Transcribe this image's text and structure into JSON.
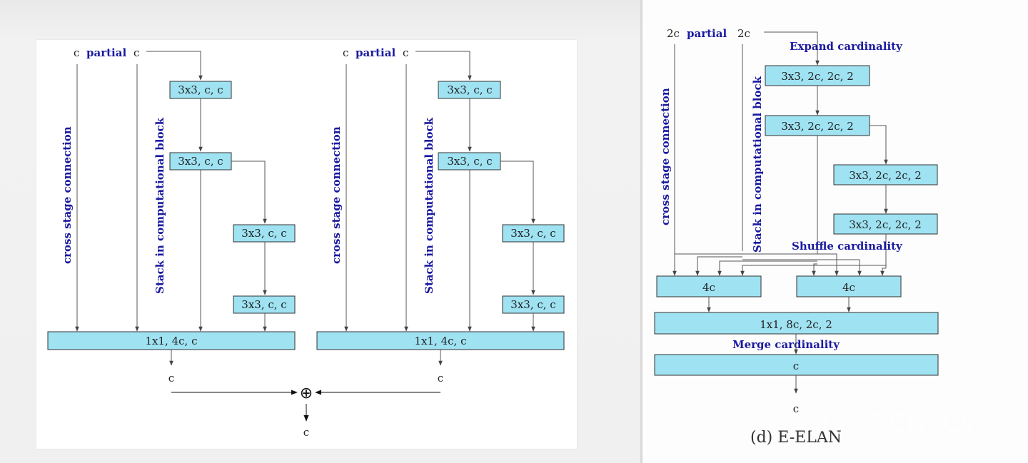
{
  "cspvovnet": {
    "left_copy": {
      "input": {
        "c1": "c",
        "partial": "partial",
        "c2": "c"
      },
      "cross_stage_label": "cross stage connection",
      "stack_label": "Stack in computational block",
      "blocks": [
        "3x3, c, c",
        "3x3, c, c",
        "3x3, c, c",
        "3x3, c, c"
      ],
      "transition": "1x1, 4c, c",
      "output": "c"
    },
    "right_copy": {
      "input": {
        "c1": "c",
        "partial": "partial",
        "c2": "c"
      },
      "cross_stage_label": "cross stage connection",
      "stack_label": "Stack in computational block",
      "blocks": [
        "3x3, c, c",
        "3x3, c, c",
        "3x3, c, c",
        "3x3, c, c"
      ],
      "transition": "1x1, 4c, c",
      "output": "c"
    },
    "sum_symbol": "⊕",
    "final_output": "c"
  },
  "eelan": {
    "input": {
      "c1": "2c",
      "partial": "partial",
      "c2": "2c"
    },
    "expand_label": "Expand cardinality",
    "cross_stage_label": "cross stage connection",
    "stack_label": "Stack in computational block",
    "blocks": [
      "3x3, 2c, 2c, 2",
      "3x3, 2c, 2c, 2",
      "3x3, 2c, 2c, 2",
      "3x3, 2c, 2c, 2"
    ],
    "shuffle_label": "Shuffle cardinality",
    "concat_left": "4c",
    "concat_right": "4c",
    "merge_block": "1x1, 8c, 2c, 2",
    "merge_label": "Merge cardinality",
    "final_block": "c",
    "output": "c",
    "caption": "(d) E-ELAN"
  },
  "watermark": "知乎 @Ctrl CV"
}
